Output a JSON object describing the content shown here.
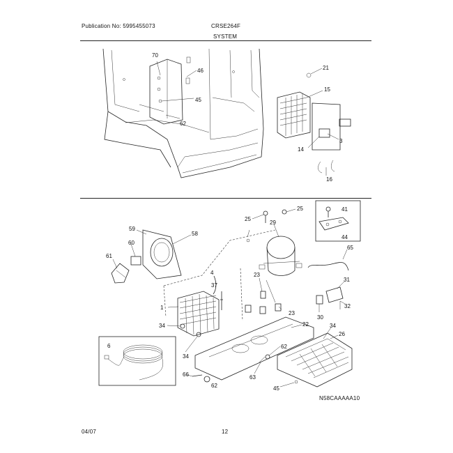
{
  "header": {
    "publication": "Publication No: 5995455073",
    "model": "CRSE264F",
    "section": "SYSTEM"
  },
  "footer": {
    "date": "04/07",
    "page": "12"
  },
  "diagram_code": "N58CAAAAA10",
  "callouts": {
    "c70": "70",
    "c46": "46",
    "c45": "45",
    "c62a": "62",
    "c21": "21",
    "c15a": "15",
    "c3": "3",
    "c14": "14",
    "c16": "16",
    "c25a": "25",
    "c25b": "25",
    "c29": "29",
    "c41": "41",
    "c44": "44",
    "c59": "59",
    "c58": "58",
    "c60": "60",
    "c61": "61",
    "c4": "4",
    "c37": "37",
    "c23a": "23",
    "c23b": "23",
    "c65": "65",
    "c31": "31",
    "c32": "32",
    "c1": "1",
    "c30": "30",
    "c34a": "34",
    "c22": "22",
    "c34b": "34",
    "c26": "26",
    "c6": "6",
    "c34c": "34",
    "c62b": "62",
    "c63": "63",
    "c66": "66",
    "c62c": "62",
    "c45b": "45"
  }
}
